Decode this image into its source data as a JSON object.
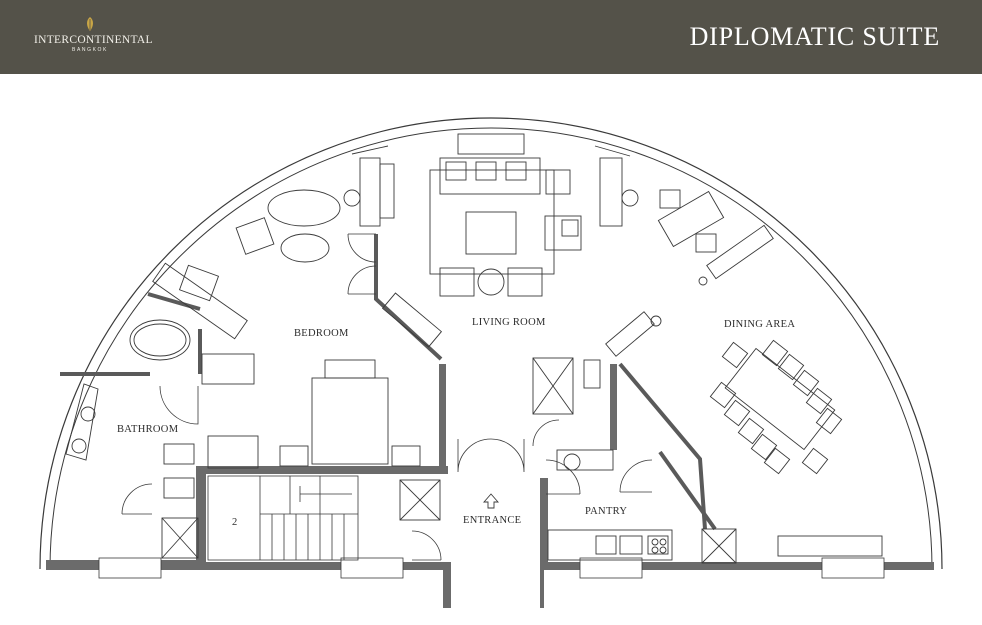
{
  "brand": {
    "name": "InterContinental",
    "name_display": "INTERCONTINENTAL",
    "city": "BANGKOK"
  },
  "title": "DIPLOMATIC SUITE",
  "rooms": {
    "bedroom": "BEDROOM",
    "living_room": "LIVING ROOM",
    "dining_area": "DINING AREA",
    "bathroom": "BATHROOM",
    "entrance": "ENTRANCE",
    "pantry": "PANTRY"
  },
  "stair_number": "2",
  "colors": {
    "header_bg": "#545249",
    "header_text": "#ffffff",
    "wall": "#6b6b6b",
    "line": "#3a3a3a"
  }
}
